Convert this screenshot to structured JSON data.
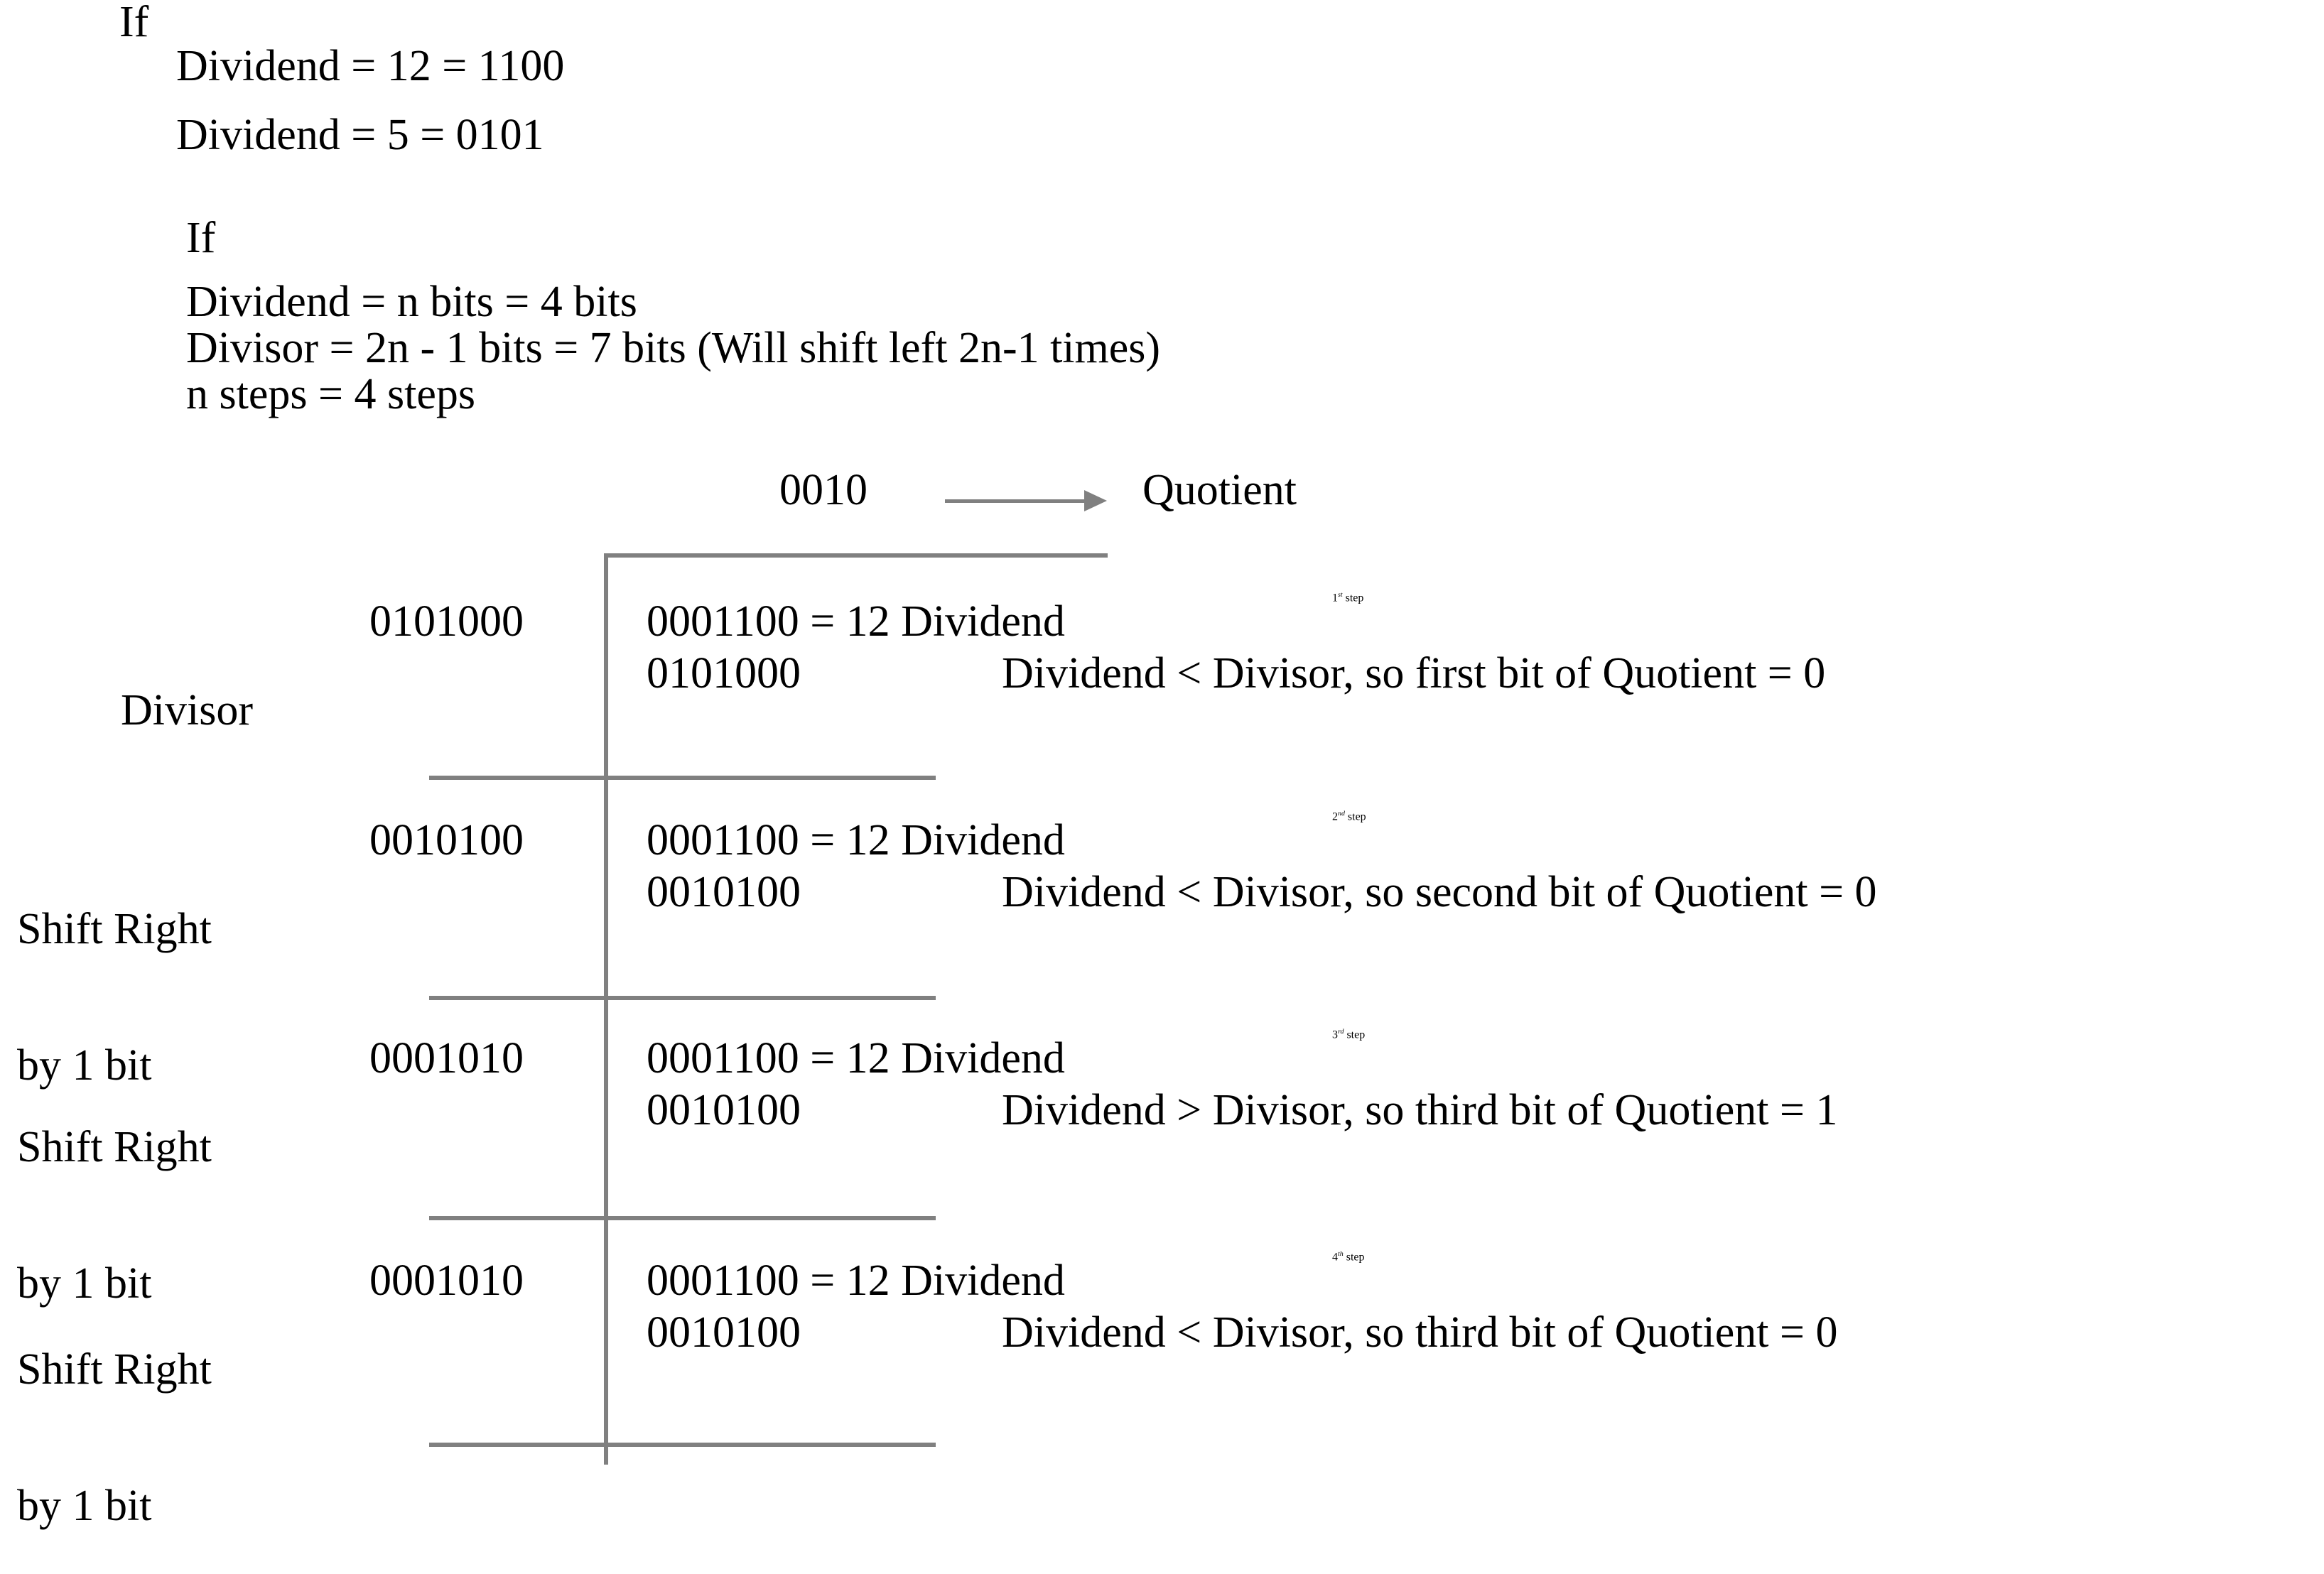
{
  "preamble": {
    "if_1": "If",
    "dividend_decimal_line": "Dividend = 12 = 1100",
    "divisor_decimal_line": "Dividend = 5 = 0101",
    "if_2": "If",
    "dividend_bits_line": "Dividend = n bits = 4 bits",
    "divisor_bits_line": "Divisor = 2n - 1 bits = 7 bits (Will shift left 2n-1 times)",
    "steps_line": "n steps = 4 steps"
  },
  "quotient": {
    "value": "0010",
    "label": "Quotient",
    "arrow": "right-arrow-icon"
  },
  "colors": {
    "rule": "#808080",
    "text": "#000000",
    "background": "#ffffff"
  },
  "rows": [
    {
      "label": "Divisor",
      "label_line2": "",
      "binary": "0101000",
      "main_top": "0001100 = 12 Dividend",
      "ordinal_number": "1",
      "ordinal_suffix": "st",
      "ordinal_word": " step",
      "main_bottom": "0101000",
      "note": "Dividend < Divisor, so first bit of Quotient = 0"
    },
    {
      "label": "Shift Right",
      "label_line2": "by 1 bit",
      "binary": "0010100",
      "main_top": "0001100 = 12 Dividend",
      "ordinal_number": "2",
      "ordinal_suffix": "nd",
      "ordinal_word": " step",
      "main_bottom": "0010100",
      "note": "Dividend < Divisor, so second bit of Quotient = 0"
    },
    {
      "label": "Shift Right",
      "label_line2": "by 1 bit",
      "binary": "0001010",
      "main_top": "0001100 = 12 Dividend",
      "ordinal_number": "3",
      "ordinal_suffix": "rd",
      "ordinal_word": " step",
      "main_bottom": "0010100",
      "note": "Dividend > Divisor, so third bit of Quotient = 1"
    },
    {
      "label": "Shift Right",
      "label_line2": "by 1 bit",
      "binary": "0001010",
      "main_top": "0001100 = 12 Dividend",
      "ordinal_number": "4",
      "ordinal_suffix": "th",
      "ordinal_word": " step",
      "main_bottom": "0010100",
      "note": "Dividend < Divisor, so third bit of Quotient = 0"
    }
  ]
}
